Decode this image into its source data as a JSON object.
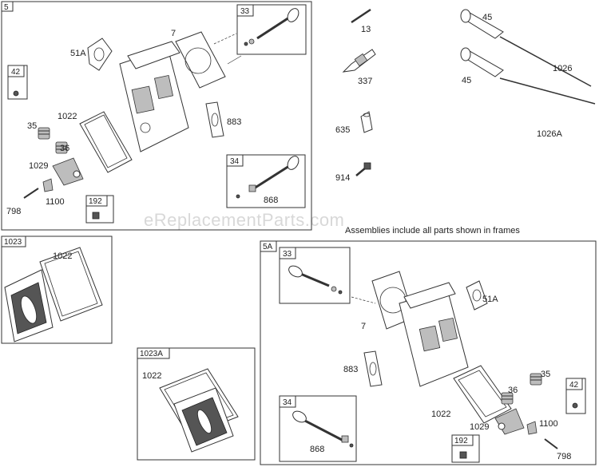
{
  "watermark": "eReplacementParts.com",
  "note": "Assemblies include all parts shown in frames",
  "frames": {
    "top_left": "5",
    "bottom_right": "5A",
    "cover_1023": "1023",
    "cover_1023a": "1023A"
  },
  "boxed_labels": {
    "tl_33": "33",
    "tl_42": "42",
    "tl_34": "34",
    "tl_192": "192",
    "br_33": "33",
    "br_34": "34",
    "br_42": "42",
    "br_192": "192"
  },
  "callouts": {
    "tl_51a": "51A",
    "tl_7": "7",
    "tl_1022": "1022",
    "tl_35": "35",
    "tl_36": "36",
    "tl_1029": "1029",
    "tl_798": "798",
    "tl_1100": "1100",
    "tl_883": "883",
    "tl_868": "868",
    "mid_13": "13",
    "mid_337": "337",
    "mid_635": "635",
    "mid_914": "914",
    "tr_45a": "45",
    "tr_45b": "45",
    "tr_1026": "1026",
    "tr_1026a": "1026A",
    "c1_1022": "1022",
    "c2_1022": "1022",
    "br_51a": "51A",
    "br_7": "7",
    "br_883": "883",
    "br_1022": "1022",
    "br_36": "36",
    "br_35": "35",
    "br_1029": "1029",
    "br_1100": "1100",
    "br_868": "868",
    "br_798": "798"
  }
}
